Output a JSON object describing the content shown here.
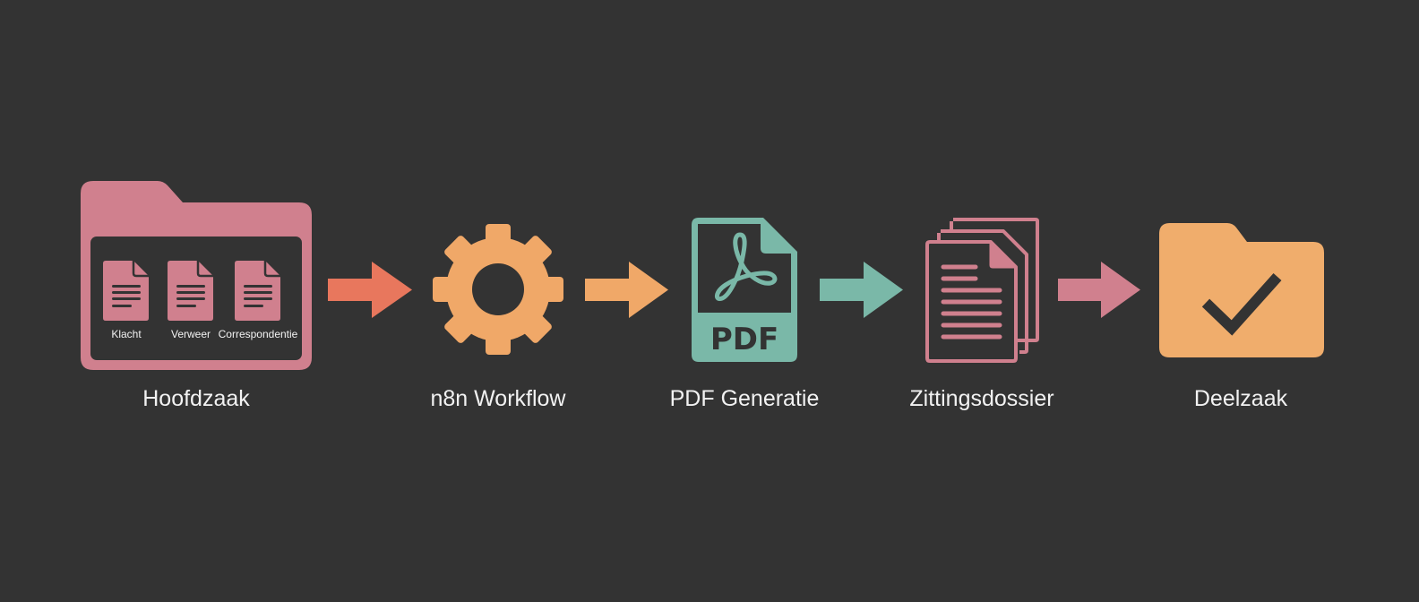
{
  "diagram": {
    "background": "#333333",
    "nodes": [
      {
        "id": "hoofdzaak",
        "label": "Hoofdzaak",
        "icon": "folder-with-documents-icon",
        "color": "#d0808e",
        "documents": [
          {
            "label": "Klacht"
          },
          {
            "label": "Verweer"
          },
          {
            "label": "Correspondentie"
          }
        ]
      },
      {
        "id": "n8n-workflow",
        "label": "n8n Workflow",
        "icon": "gear-icon",
        "color": "#f0a868"
      },
      {
        "id": "pdf-generatie",
        "label": "PDF Generatie",
        "icon": "pdf-file-icon",
        "icon_text": "PDF",
        "color": "#7ab8a8"
      },
      {
        "id": "zittingsdossier",
        "label": "Zittingsdossier",
        "icon": "stacked-documents-icon",
        "color": "#d0808e"
      },
      {
        "id": "deelzaak",
        "label": "Deelzaak",
        "icon": "folder-check-icon",
        "color": "#f0ad6c"
      }
    ],
    "edges": [
      {
        "from": "hoofdzaak",
        "to": "n8n-workflow",
        "color": "#e8775d"
      },
      {
        "from": "n8n-workflow",
        "to": "pdf-generatie",
        "color": "#f0a868"
      },
      {
        "from": "pdf-generatie",
        "to": "zittingsdossier",
        "color": "#7ab8a8"
      },
      {
        "from": "zittingsdossier",
        "to": "deelzaak",
        "color": "#d0808e"
      }
    ]
  }
}
